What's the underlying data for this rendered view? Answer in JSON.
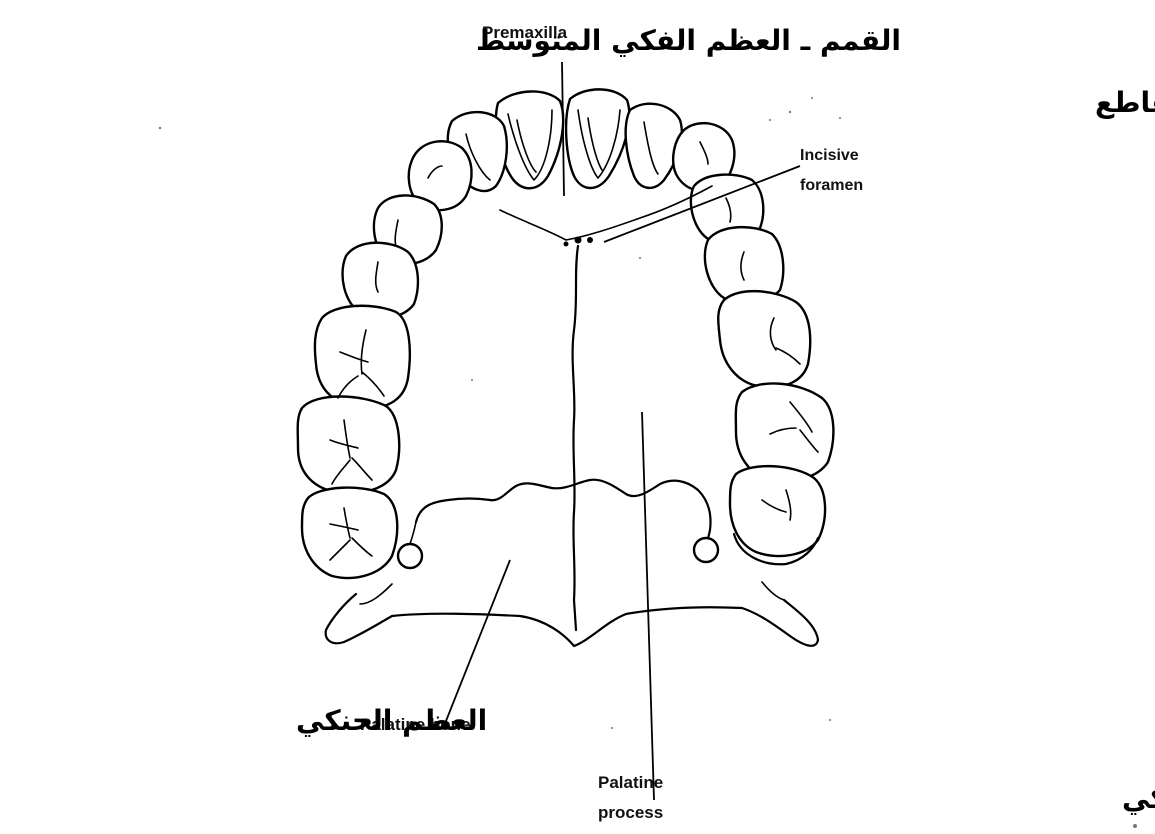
{
  "labels": {
    "premaxilla": "Premaxilla",
    "incisive_foramen_line1": "Incisive",
    "incisive_foramen_line2": "foramen",
    "palatine_bone": "Palatine bone",
    "palatine_process_line1": "Palatine",
    "palatine_process_line2": "process"
  },
  "arabic_labels": {
    "premaxilla": "القمم ـ العظم الفكي المتوسط",
    "incisive_foramen": "الثقب القاطع",
    "palatine_bone": "العظم الحنكي",
    "palatine_process": "ـ النتوء الحنكي"
  }
}
